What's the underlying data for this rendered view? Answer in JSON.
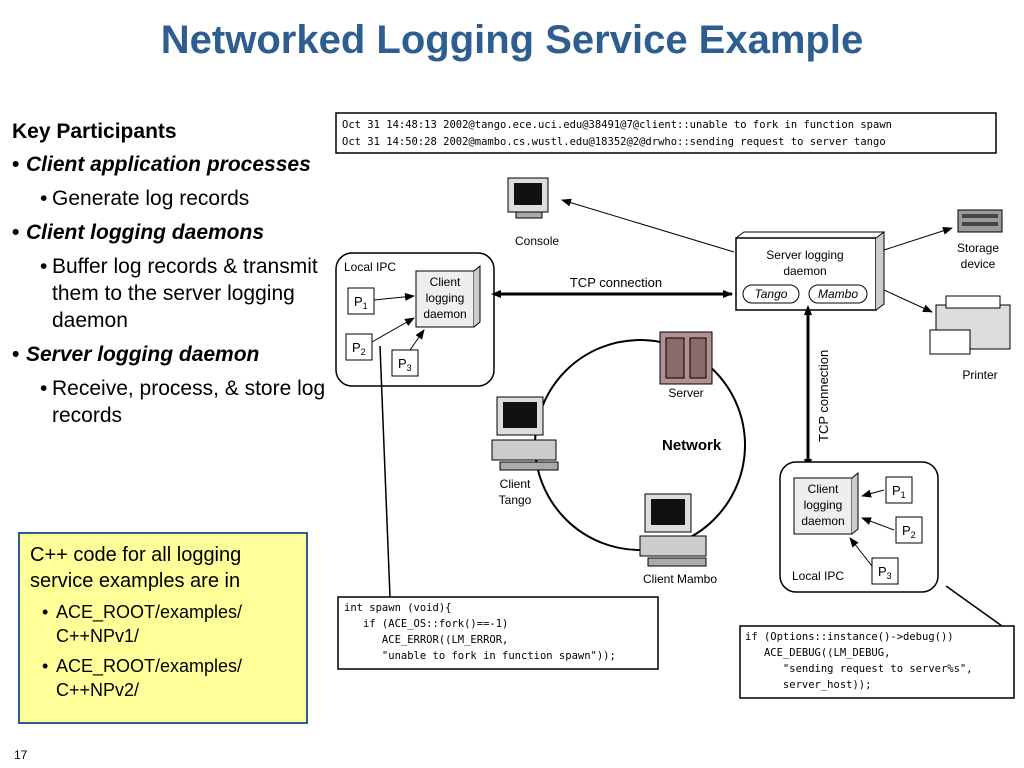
{
  "title": "Networked Logging Service Example",
  "left": {
    "heading": "Key Participants",
    "bullets": [
      {
        "label": "Client application processes",
        "sub": [
          "Generate log records"
        ]
      },
      {
        "label": "Client logging daemons",
        "sub": [
          "Buffer log records & transmit them to the server logging daemon"
        ]
      },
      {
        "label": "Server logging daemon",
        "sub": [
          "Receive, process, & store log records"
        ]
      }
    ]
  },
  "note": {
    "text": "C++ code for all logging service examples are in",
    "items": [
      "ACE_ROOT/examples/ C++NPv1/",
      "ACE_ROOT/examples/ C++NPv2/"
    ]
  },
  "page_number": "17",
  "diagram": {
    "log_lines": [
      "Oct 31 14:48:13 2002@tango.ece.uci.edu@38491@7@client::unable to fork in function spawn",
      "Oct 31 14:50:28 2002@mambo.cs.wustl.edu@18352@2@drwho::sending request to server tango"
    ],
    "console": "Console",
    "server_daemon": [
      "Server logging",
      "daemon"
    ],
    "tango_pill": "Tango",
    "mambo_pill": "Mambo",
    "storage": [
      "Storage",
      "device"
    ],
    "printer": "Printer",
    "local_ipc": "Local IPC",
    "client_daemon": [
      "Client",
      "logging",
      "daemon"
    ],
    "tcp_connection": "TCP connection",
    "tcp_connection_vertical": "TCP connection",
    "server": "Server",
    "network": "Network",
    "client_tango": [
      "Client",
      "Tango"
    ],
    "client_mambo": "Client Mambo",
    "code_left": [
      "int spawn (void){",
      "   if (ACE_OS::fork()==-1)",
      "      ACE_ERROR((LM_ERROR,",
      "      \"unable to fork in function spawn\"));"
    ],
    "code_right": [
      "if (Options::instance()->debug())",
      "   ACE_DEBUG((LM_DEBUG,",
      "      \"sending request to server%s\",",
      "      server_host));"
    ]
  }
}
